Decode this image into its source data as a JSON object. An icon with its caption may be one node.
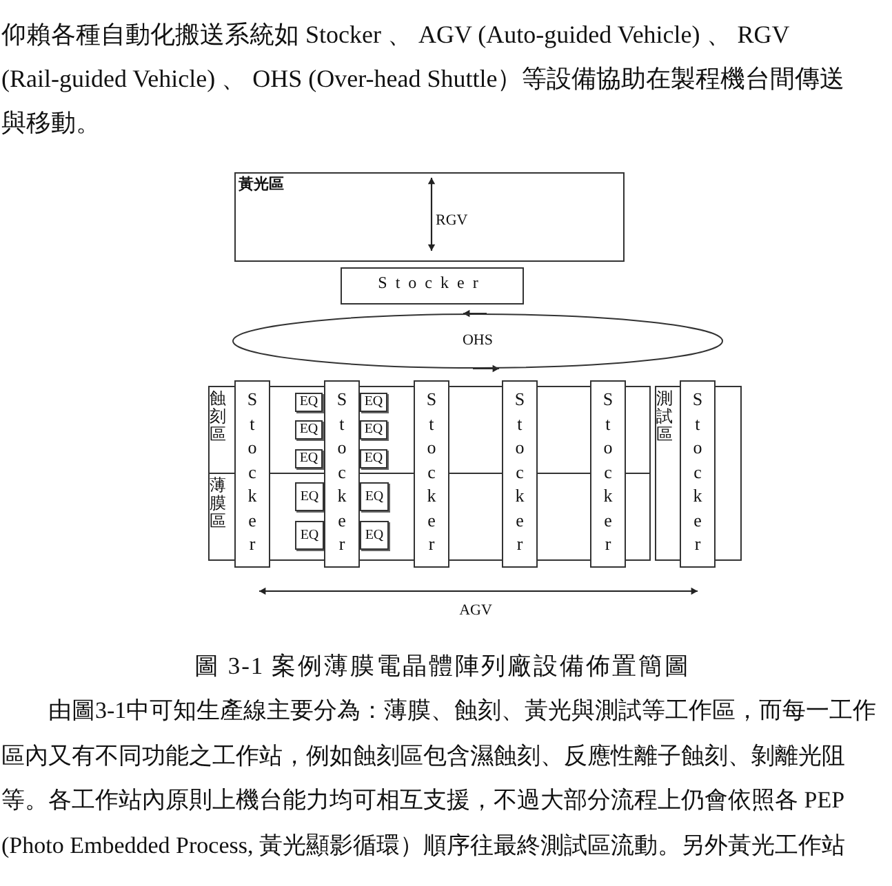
{
  "diagram": {
    "caption": "圖 3-1 案例薄膜電晶體陣列廠設備佈置簡圖",
    "nodes": [
      {
        "text": [
          "黃光區"
        ]
      },
      {
        "text": [
          "Stocker"
        ]
      },
      {
        "text": [
          "OHS"
        ]
      },
      {
        "text": [
          "蝕刻區"
        ]
      },
      {
        "text": [
          "EQ"
        ],
        "in": 3
      },
      {
        "text": [
          "EQ"
        ],
        "in": 3
      },
      {
        "text": [
          "EQ"
        ],
        "in": 3
      },
      {
        "text": [
          "EQ"
        ],
        "in": 3
      },
      {
        "text": [
          "EQ"
        ],
        "in": 3
      },
      {
        "text": [
          "EQ"
        ],
        "in": 3
      },
      {
        "text": [
          "薄膜區"
        ]
      },
      {
        "text": [
          "EQ"
        ],
        "in": 10
      },
      {
        "text": [
          "EQ"
        ],
        "in": 10
      },
      {
        "text": [
          "EQ"
        ],
        "in": 10
      },
      {
        "text": [
          "EQ"
        ],
        "in": 10
      },
      {
        "text": [
          "Stocker"
        ]
      },
      {
        "text": [
          "Stocker"
        ]
      },
      {
        "text": [
          "Stocker"
        ]
      },
      {
        "text": [
          "Stocker"
        ]
      },
      {
        "text": [
          "Stocker"
        ]
      },
      {
        "text": [
          "Stocker"
        ]
      },
      {
        "text": [
          "測試區"
        ]
      }
    ],
    "labels": [
      "仰賴各種自動化搬送系統如 Stocker 、 AGV (Auto-guided Vehicle) 、 RGV (Rail-guided Vehicle) 、 OHS (Over-head Shuttle）等設備協助在製程機台間傳送與移動。",
      "RGV",
      "AGV",
      "由圖3-1中可知生產線主要分為：薄膜、蝕刻、黃光與測試等工作區，而每一工作區內又有不同功能之工作站，例如蝕刻區包含濕蝕刻、反應性離子蝕刻、剝離光阻等。各工作站內原則上機台能力均可相互支援，不過大部分流程上仍會依照各 PEP (Photo Embedded Process, 黃光顯影循環）順序往最終測試區流動。另外黃光工作站"
    ]
  }
}
